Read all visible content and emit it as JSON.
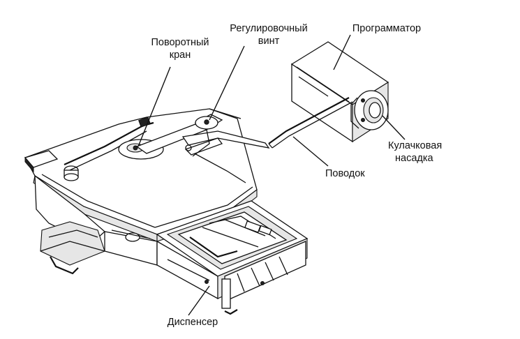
{
  "labels": {
    "rotary_valve": [
      "Поворотный",
      "кран"
    ],
    "adjusting_screw": [
      "Регулировочный",
      "винт"
    ],
    "programmer": "Программатор",
    "cam_attachment": [
      "Кулачковая",
      "насадка"
    ],
    "lever": "Поводок",
    "dispenser": "Диспенсер"
  }
}
